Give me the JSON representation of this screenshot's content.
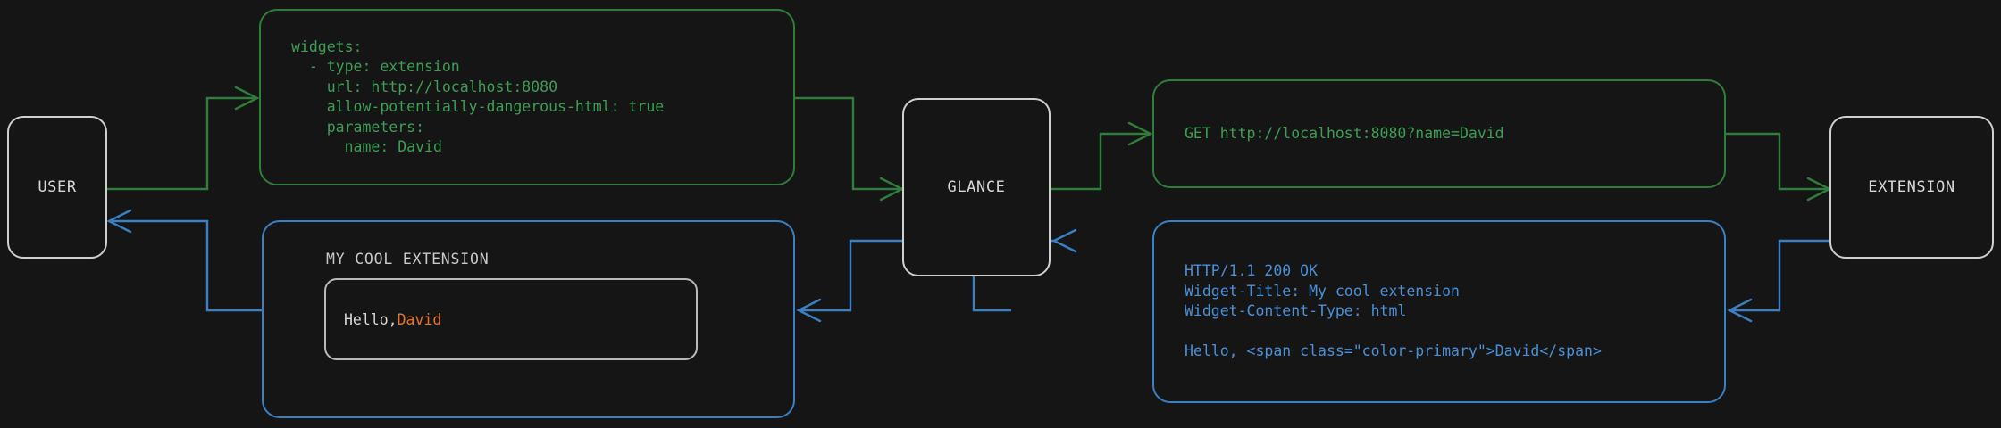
{
  "diagram": {
    "title": "Glance extension request/response flow",
    "background": "#151515",
    "colors": {
      "request_green": "#2f7d3a",
      "request_green_text": "#3d9e55",
      "response_blue": "#3b7fc4",
      "response_blue_text": "#4a90d9",
      "node_border": "#cfcfcf",
      "node_text": "#d8d8d8",
      "accent_orange": "#e8732b"
    }
  },
  "nodes": {
    "user": {
      "label": "USER"
    },
    "glance": {
      "label": "GLANCE"
    },
    "extension": {
      "label": "EXTENSION"
    }
  },
  "boxes": {
    "yaml_config": {
      "flow": "request",
      "text": "widgets:\n  - type: extension\n    url: http://localhost:8080\n    allow-potentially-dangerous-html: true\n    parameters:\n      name: David"
    },
    "http_request": {
      "flow": "request",
      "text": "GET http://localhost:8080?name=David"
    },
    "http_response": {
      "flow": "response",
      "text": "HTTP/1.1 200 OK\nWidget-Title: My cool extension\nWidget-Content-Type: html\n\nHello, <span class=\"color-primary\">David</span>"
    },
    "rendered_widget": {
      "flow": "response",
      "title": "MY COOL EXTENSION",
      "body_prefix": "Hello, ",
      "body_accent": "David"
    }
  }
}
